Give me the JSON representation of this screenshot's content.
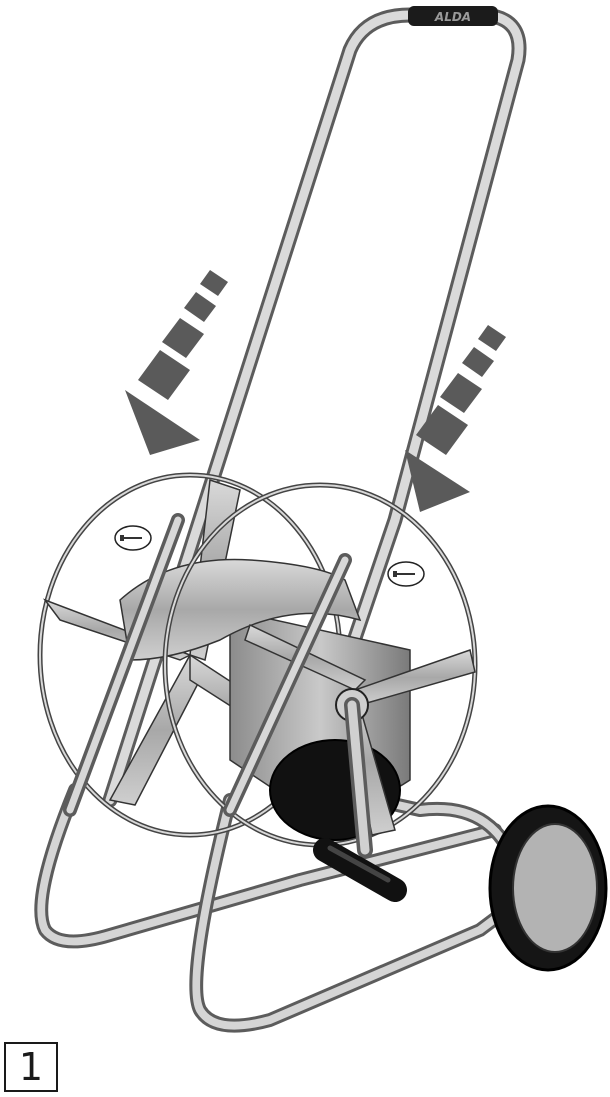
{
  "figure": {
    "step_number": "1",
    "handle_brand": "ALDA",
    "icons": [
      "hose-reel-cart",
      "down-arrow",
      "screw-callout"
    ]
  },
  "colors": {
    "metal": "#b8b8b8",
    "metal_dark": "#6f6f6f",
    "arrow": "#5a5a5a",
    "tire": "#111111",
    "hub": "#b3b3b3",
    "outline": "#1a1a1a"
  }
}
